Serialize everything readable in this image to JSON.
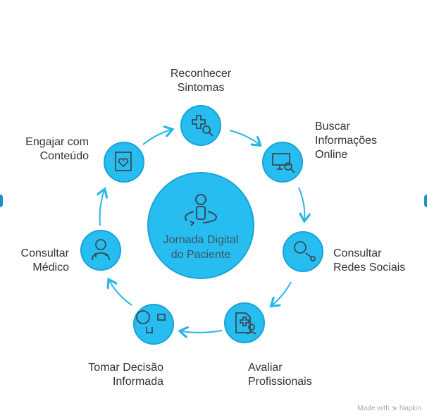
{
  "center": {
    "title": "Jornada Digital do Paciente",
    "icon": "person-orbit-icon"
  },
  "steps": [
    {
      "label": "Reconhecer\nSintomas",
      "icon": "medical-cross-search-icon"
    },
    {
      "label": "Buscar\nInformações\nOnline",
      "icon": "monitor-search-icon"
    },
    {
      "label": "Consultar\nRedes Sociais",
      "icon": "social-network-icon"
    },
    {
      "label": "Avaliar\nProfissionais",
      "icon": "medical-profile-icon"
    },
    {
      "label": "Tomar Decisão\nInformada",
      "icon": "lightbulb-decision-icon"
    },
    {
      "label": "Consultar\nMédico",
      "icon": "doctor-icon"
    },
    {
      "label": "Engajar com\nConteúdo",
      "icon": "heart-book-icon"
    }
  ],
  "watermark": "Made with ⋟ Napkin",
  "colors": {
    "node": "#27bdf0",
    "border": "#1aa3d6",
    "arrow": "#29b6e8",
    "icon": "#3a4a55"
  }
}
